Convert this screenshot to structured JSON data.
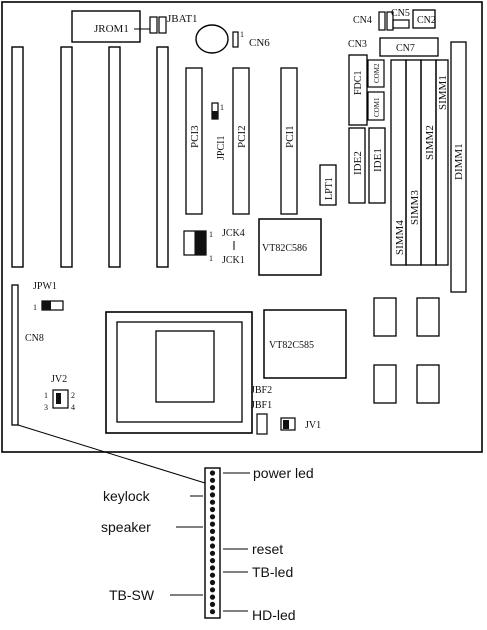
{
  "board_labels": {
    "jrom1": "JROM1",
    "jbat1": "JBAT1",
    "cn6": "CN6",
    "cn4": "CN4",
    "cn5": "CN5",
    "cn2": "CN2",
    "cn3": "CN3",
    "cn7": "CN7",
    "fdc1": "FDC1",
    "com2": "COM2",
    "com1": "COM1",
    "simm1": "SIMM1",
    "simm2": "SIMM2",
    "simm3": "SIMM3",
    "simm4": "SIMM4",
    "dimm1": "DIMM1",
    "pci3": "PCI3",
    "jpci1": "JPCI1",
    "pci2": "PCI2",
    "pci1": "PCI1",
    "lpt1": "LPT1",
    "ide2": "IDE2",
    "ide1": "IDE1",
    "jck4": "JCK4",
    "jck1": "JCK1",
    "vt586": "VT82C586",
    "vt585": "VT82C585",
    "jpw1": "JPW1",
    "cn8": "CN8",
    "jv2": "JV2",
    "jbf2": "JBF2",
    "jbf1": "JBF1",
    "jv1": "JV1",
    "pin1_jpci": "1",
    "pin1_jck4": "1",
    "pin1_jck1": "1",
    "pin1_jpw": "1",
    "pin1_jv2": "1",
    "pin2_jv2": "2",
    "pin3_jv2": "3",
    "pin4_jv2": "4",
    "pin1_cn6": "1"
  },
  "connector_callouts": {
    "power_led": "power led",
    "keylock": "keylock",
    "speaker": "speaker",
    "reset": "reset",
    "tb_led": "TB-led",
    "tb_sw": "TB-SW",
    "hd_led": "HD-led"
  }
}
